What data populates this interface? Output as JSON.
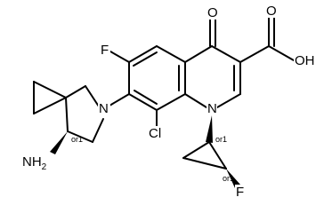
{
  "molecule": {
    "atom_labels": {
      "oxygen_ketone": "O",
      "oxygen_carbonyl": "O",
      "hydroxyl": "OH",
      "fluoro_ring": "F",
      "ring_nitrogen": "N",
      "pyrrolidine_nitrogen": "N",
      "chloro": "Cl",
      "amino": "NH",
      "amino_subscript": "2",
      "fluoro_cyclopropyl": "F"
    },
    "stereo_labels": {
      "amine_center": "or1",
      "cyclopropyl_n_center": "or1",
      "cyclopropyl_f_center": "or1"
    }
  }
}
